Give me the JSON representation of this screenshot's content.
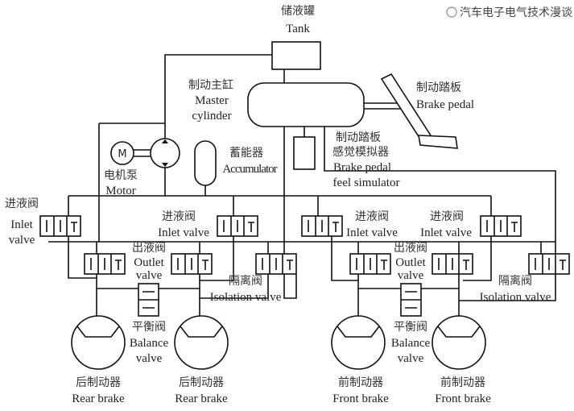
{
  "labels": {
    "tank_zh": "储液罐",
    "tank_en": "Tank",
    "master_zh": "制动主缸",
    "master_en1": "Master",
    "master_en2": "cylinder",
    "pedal_zh": "制动踏板",
    "pedal_en": "Brake pedal",
    "sim_zh1": "制动踏板",
    "sim_zh2": "感觉模拟器",
    "sim_en1": "Brake pedal",
    "sim_en2": "feel simulator",
    "motor_letter": "M",
    "motor_zh": "电机泵",
    "motor_en": "Motor",
    "acc_zh": "蓄能器",
    "acc_en": "Accumulator",
    "inlet_zh": "进液阀",
    "inlet_en1": "Inlet",
    "inlet_en2": "valve",
    "inlet_en": "Inlet valve",
    "outlet_zh": "出液阀",
    "outlet_en1": "Outlet",
    "outlet_en2": "valve",
    "iso_zh": "隔离阀",
    "iso_en": "Isolation valve",
    "bal_zh": "平衡阀",
    "bal_en1": "Balance",
    "bal_en2": "valve",
    "rear_zh": "后制动器",
    "rear_en": "Rear brake",
    "front_zh": "前制动器",
    "front_en": "Front brake"
  },
  "watermark": "汽车电子电气技术漫谈"
}
